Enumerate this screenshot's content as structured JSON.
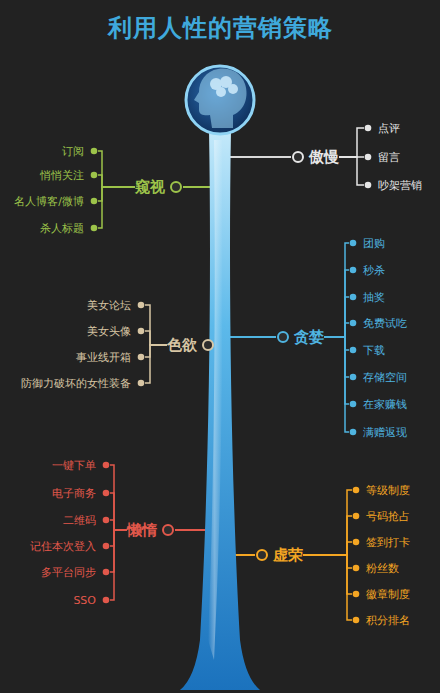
{
  "diagram": {
    "title": "利用人性的营销策略",
    "nodes": [
      {
        "text": [
          "傲慢"
        ]
      },
      {
        "text": [
          "点评"
        ]
      },
      {
        "text": [
          "留言"
        ]
      },
      {
        "text": [
          "吵架营销"
        ]
      },
      {
        "text": [
          "窥视"
        ]
      },
      {
        "text": [
          "订阅"
        ]
      },
      {
        "text": [
          "悄悄关注"
        ]
      },
      {
        "text": [
          "名人博客/微博"
        ]
      },
      {
        "text": [
          "杀人标题"
        ]
      },
      {
        "text": [
          "贪婪"
        ]
      },
      {
        "text": [
          "团购"
        ]
      },
      {
        "text": [
          "秒杀"
        ]
      },
      {
        "text": [
          "抽奖"
        ]
      },
      {
        "text": [
          "免费试吃"
        ]
      },
      {
        "text": [
          "下载"
        ]
      },
      {
        "text": [
          "存储空间"
        ]
      },
      {
        "text": [
          "在家赚钱"
        ]
      },
      {
        "text": [
          "满赠返现"
        ]
      },
      {
        "text": [
          "色欲"
        ]
      },
      {
        "text": [
          "美女论坛"
        ]
      },
      {
        "text": [
          "美女头像"
        ]
      },
      {
        "text": [
          "事业线开箱"
        ]
      },
      {
        "text": [
          "防御力破坏的女性装备"
        ]
      },
      {
        "text": [
          "懒惰"
        ]
      },
      {
        "text": [
          "一键下单"
        ]
      },
      {
        "text": [
          "电子商务"
        ]
      },
      {
        "text": [
          "二维码"
        ]
      },
      {
        "text": [
          "记住本次登入"
        ]
      },
      {
        "text": [
          "多平台同步"
        ]
      },
      {
        "text": [
          "SSO"
        ]
      },
      {
        "text": [
          "虚荣"
        ]
      },
      {
        "text": [
          "等级制度"
        ]
      },
      {
        "text": [
          "号码抢占"
        ]
      },
      {
        "text": [
          "签到打卡"
        ]
      },
      {
        "text": [
          "粉丝数"
        ]
      },
      {
        "text": [
          "徽章制度"
        ]
      },
      {
        "text": [
          "积分排名"
        ]
      }
    ],
    "edges": [
      {
        "from": 0,
        "to": 1,
        "arrow": "none"
      },
      {
        "from": 0,
        "to": 2,
        "arrow": "none"
      },
      {
        "from": 0,
        "to": 3,
        "arrow": "none"
      },
      {
        "from": 4,
        "to": 5,
        "arrow": "none"
      },
      {
        "from": 4,
        "to": 6,
        "arrow": "none"
      },
      {
        "from": 4,
        "to": 7,
        "arrow": "none"
      },
      {
        "from": 4,
        "to": 8,
        "arrow": "none"
      },
      {
        "from": 9,
        "to": 10,
        "arrow": "none"
      },
      {
        "from": 9,
        "to": 11,
        "arrow": "none"
      },
      {
        "from": 9,
        "to": 12,
        "arrow": "none"
      },
      {
        "from": 9,
        "to": 13,
        "arrow": "none"
      },
      {
        "from": 9,
        "to": 14,
        "arrow": "none"
      },
      {
        "from": 9,
        "to": 15,
        "arrow": "none"
      },
      {
        "from": 9,
        "to": 16,
        "arrow": "none"
      },
      {
        "from": 9,
        "to": 17,
        "arrow": "none"
      },
      {
        "from": 18,
        "to": 19,
        "arrow": "none"
      },
      {
        "from": 18,
        "to": 20,
        "arrow": "none"
      },
      {
        "from": 18,
        "to": 21,
        "arrow": "none"
      },
      {
        "from": 18,
        "to": 22,
        "arrow": "none"
      },
      {
        "from": 23,
        "to": 24,
        "arrow": "none"
      },
      {
        "from": 23,
        "to": 25,
        "arrow": "none"
      },
      {
        "from": 23,
        "to": 26,
        "arrow": "none"
      },
      {
        "from": 23,
        "to": 27,
        "arrow": "none"
      },
      {
        "from": 23,
        "to": 28,
        "arrow": "none"
      },
      {
        "from": 23,
        "to": 29,
        "arrow": "none"
      },
      {
        "from": 30,
        "to": 31,
        "arrow": "none"
      },
      {
        "from": 30,
        "to": 32,
        "arrow": "none"
      },
      {
        "from": 30,
        "to": 33,
        "arrow": "none"
      },
      {
        "from": 30,
        "to": 34,
        "arrow": "none"
      },
      {
        "from": 30,
        "to": 35,
        "arrow": "none"
      },
      {
        "from": 30,
        "to": 36,
        "arrow": "none"
      }
    ]
  }
}
